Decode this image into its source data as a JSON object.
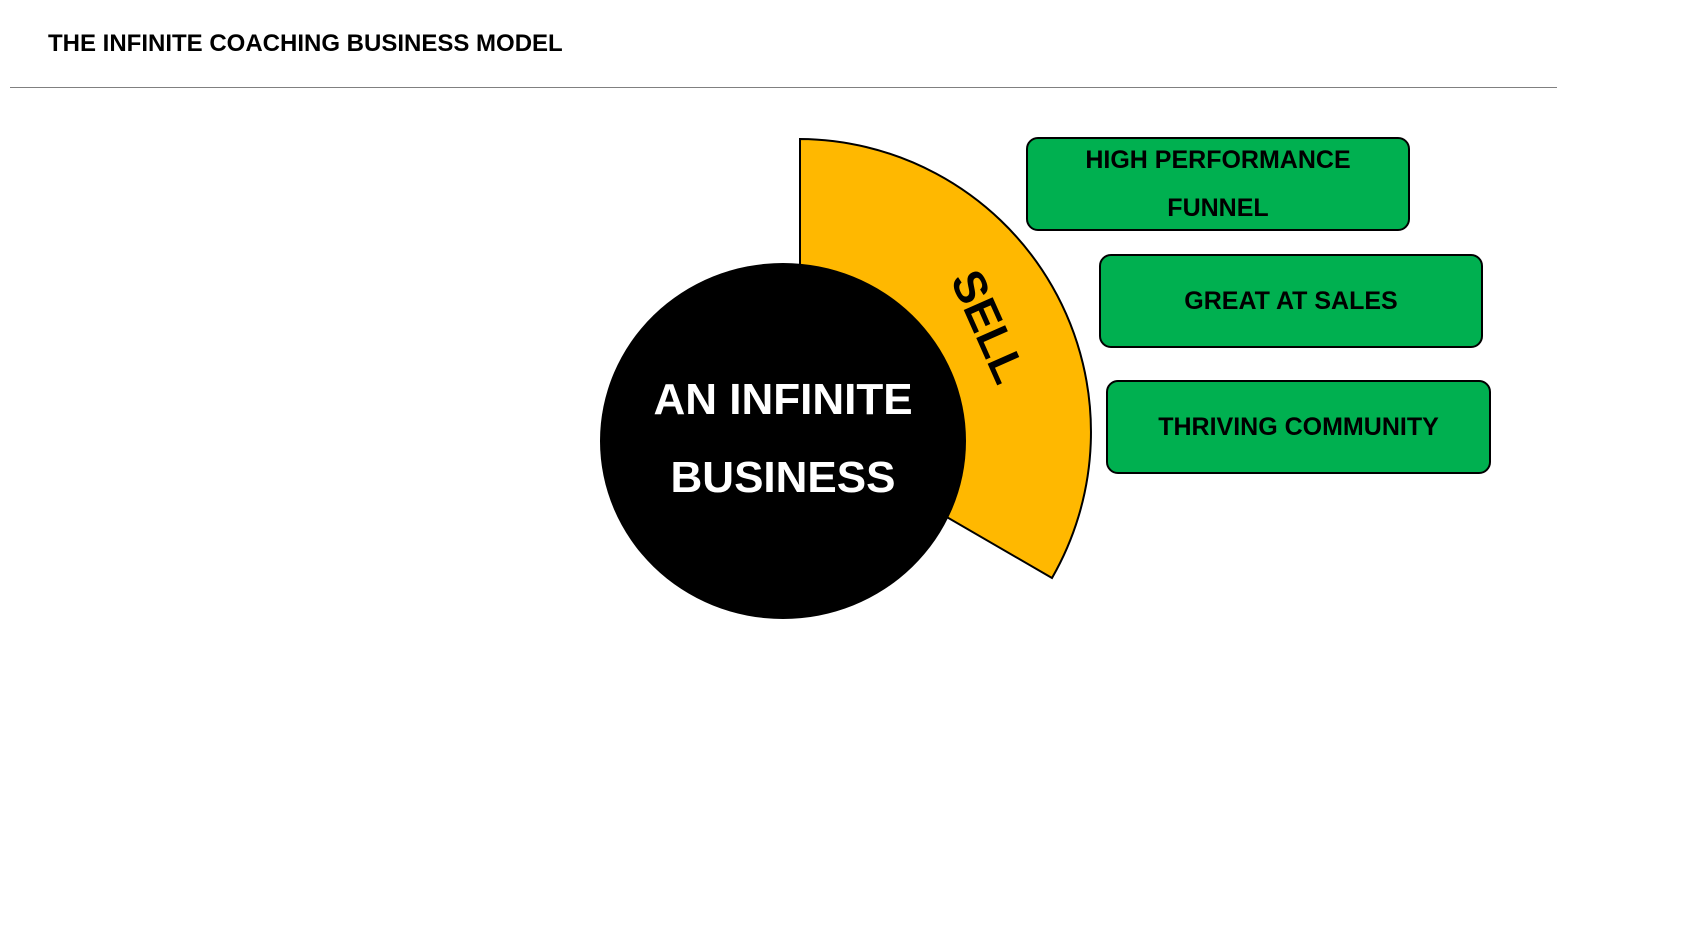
{
  "header": {
    "title": "THE INFINITE COACHING BUSINESS MODEL"
  },
  "diagram": {
    "center": {
      "line1": "AN INFINITE",
      "line2": "BUSINESS",
      "color": "#000000"
    },
    "sector": {
      "label": "SELL",
      "color": "#ffb800"
    },
    "boxes": [
      {
        "label": "HIGH PERFORMANCE FUNNEL"
      },
      {
        "label": "GREAT AT SALES"
      },
      {
        "label": "THRIVING COMMUNITY"
      }
    ],
    "box_color": "#00b050"
  }
}
